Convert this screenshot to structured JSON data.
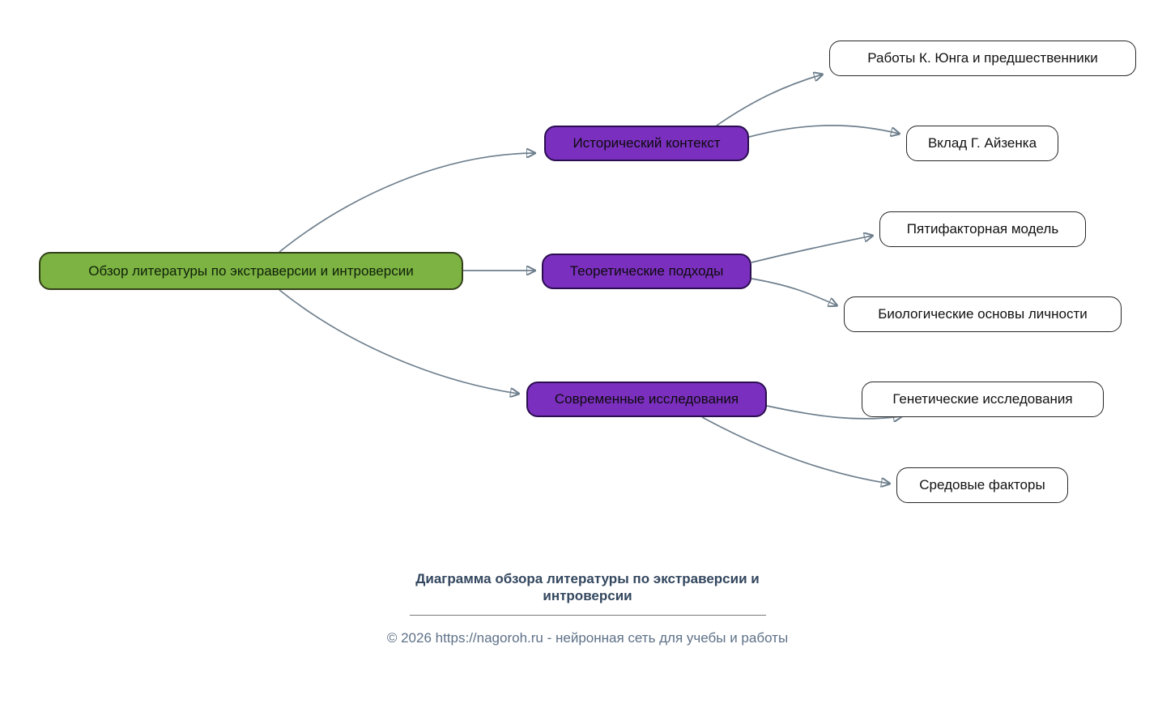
{
  "diagram": {
    "root": {
      "label": "Обзор литературы по экстраверсии и интроверсии"
    },
    "branches": [
      {
        "label": "Исторический контекст",
        "children": [
          {
            "label": "Работы К. Юнга и предшественники"
          },
          {
            "label": "Вклад Г. Айзенка"
          }
        ]
      },
      {
        "label": "Теоретические подходы",
        "children": [
          {
            "label": "Пятифакторная модель"
          },
          {
            "label": "Биологические основы личности"
          }
        ]
      },
      {
        "label": "Современные исследования",
        "children": [
          {
            "label": "Генетические исследования"
          },
          {
            "label": "Средовые факторы"
          }
        ]
      }
    ]
  },
  "caption": {
    "title": "Диаграмма обзора литературы по экстраверсии и интроверсии",
    "footer": "© 2026 https://nagoroh.ru - нейронная сеть для учебы и работы"
  },
  "colors": {
    "root_fill": "#7CB342",
    "root_border": "#33401A",
    "branch_fill": "#7B2FBE",
    "branch_border": "#2A0E4F",
    "leaf_fill": "#FFFFFF",
    "leaf_border": "#262626",
    "edge": "#6E7F8D",
    "caption_title": "#33475F",
    "caption_text": "#5E7188"
  }
}
